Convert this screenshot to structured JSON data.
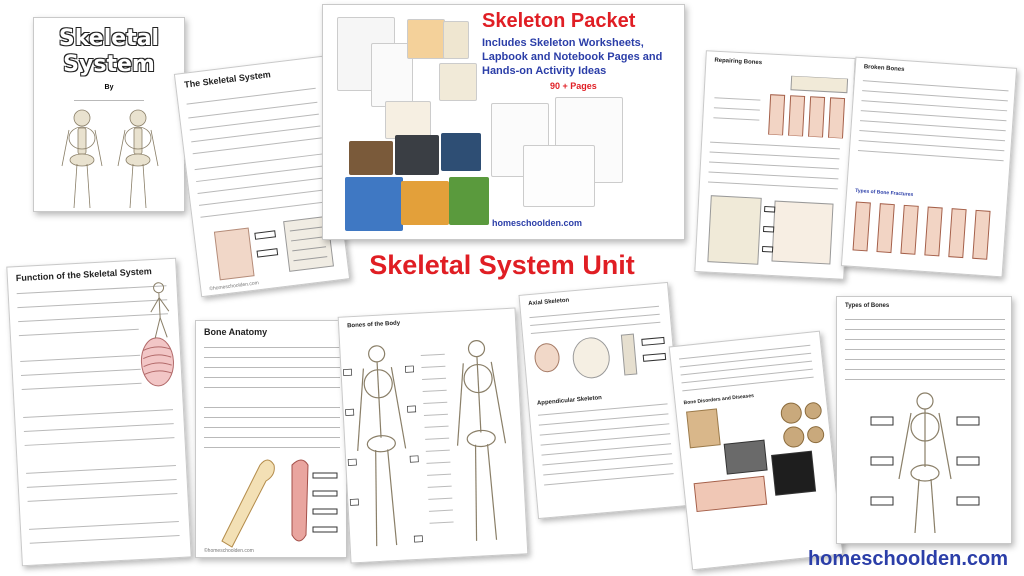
{
  "headline": "Skeletal System Unit",
  "brand": "homeschoolden.com",
  "packet": {
    "title": "Skeleton Packet",
    "subtitle": "Includes Skeleton Worksheets, Lapbook and Notebook Pages and Hands-on Activity Ideas",
    "pages": "90 + Pages",
    "url": "homeschoolden.com"
  },
  "cover": {
    "title_line1": "Skeletal",
    "title_line2": "System",
    "by": "By"
  },
  "sheets": {
    "skeletal_system": "The Skeletal System",
    "function": "Function of the Skeletal System",
    "bone_anatomy": "Bone Anatomy",
    "bones_of_body": "Bones of the Body",
    "axial": "Axial Skeleton",
    "appendicular": "Appendicular Skeleton",
    "repairing": "Repairing Bones",
    "broken": "Broken Bones",
    "types": "Types of Bones",
    "disorders": "Bone Disorders and Diseases",
    "fractures": "Types of Bone Fractures"
  },
  "footer_small": "©homeschoolden.com",
  "colors": {
    "red": "#e01e24",
    "blue": "#2b3ea8"
  }
}
